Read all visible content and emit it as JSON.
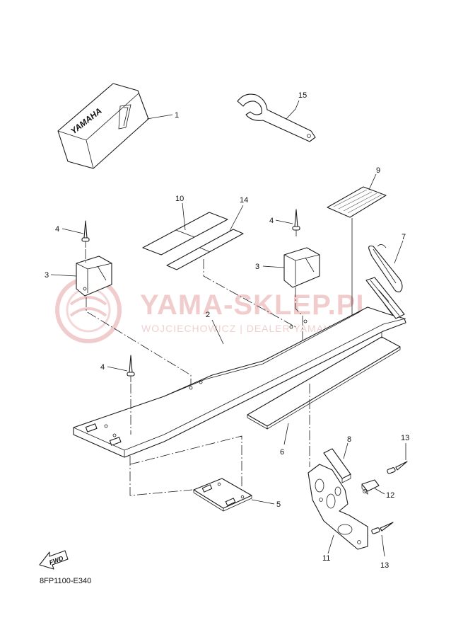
{
  "diagram_code": "8FP1100-E340",
  "watermark": {
    "brand": "YAMA-SKLEP.PL",
    "tagline": "WOJCIECHOWICZ | DEALER YAMAHA",
    "color": "#f1cccc"
  },
  "cover_logo": "YAMAHA",
  "fwd_label": "FWD",
  "callouts": {
    "c1": "1",
    "c2": "2",
    "c3a": "3",
    "c3b": "3",
    "c4a": "4",
    "c4b": "4",
    "c4c": "4",
    "c5": "5",
    "c6": "6",
    "c7": "7",
    "c8": "8",
    "c9": "9",
    "c10": "10",
    "c11": "11",
    "c12": "12",
    "c13a": "13",
    "c13b": "13",
    "c14": "14",
    "c15": "15"
  }
}
